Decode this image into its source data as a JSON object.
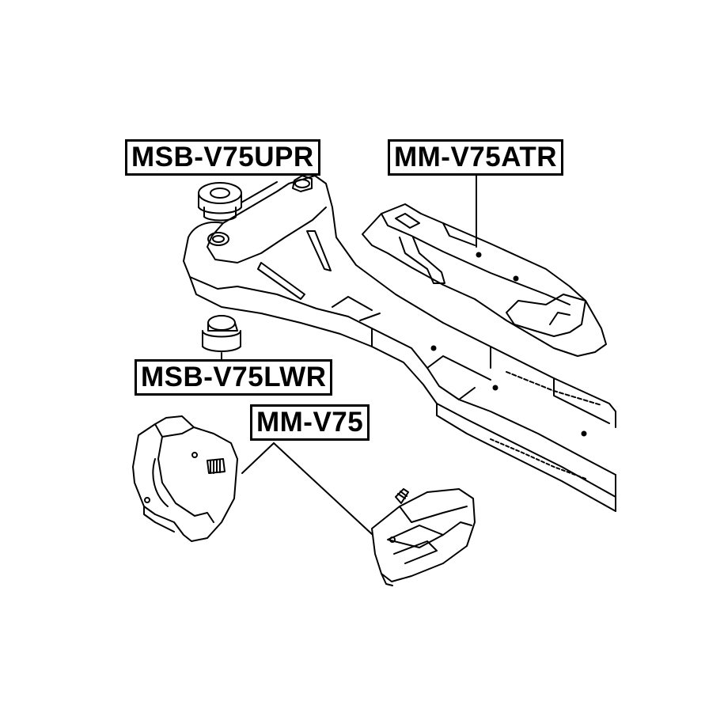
{
  "labels": {
    "upper_bushing": "MSB-V75UPR",
    "transmission_mount": "MM-V75ATR",
    "lower_bushing": "MSB-V75LWR",
    "engine_mount": "MM-V75"
  },
  "colors": {
    "ink": "#000000",
    "paper": "#ffffff"
  }
}
